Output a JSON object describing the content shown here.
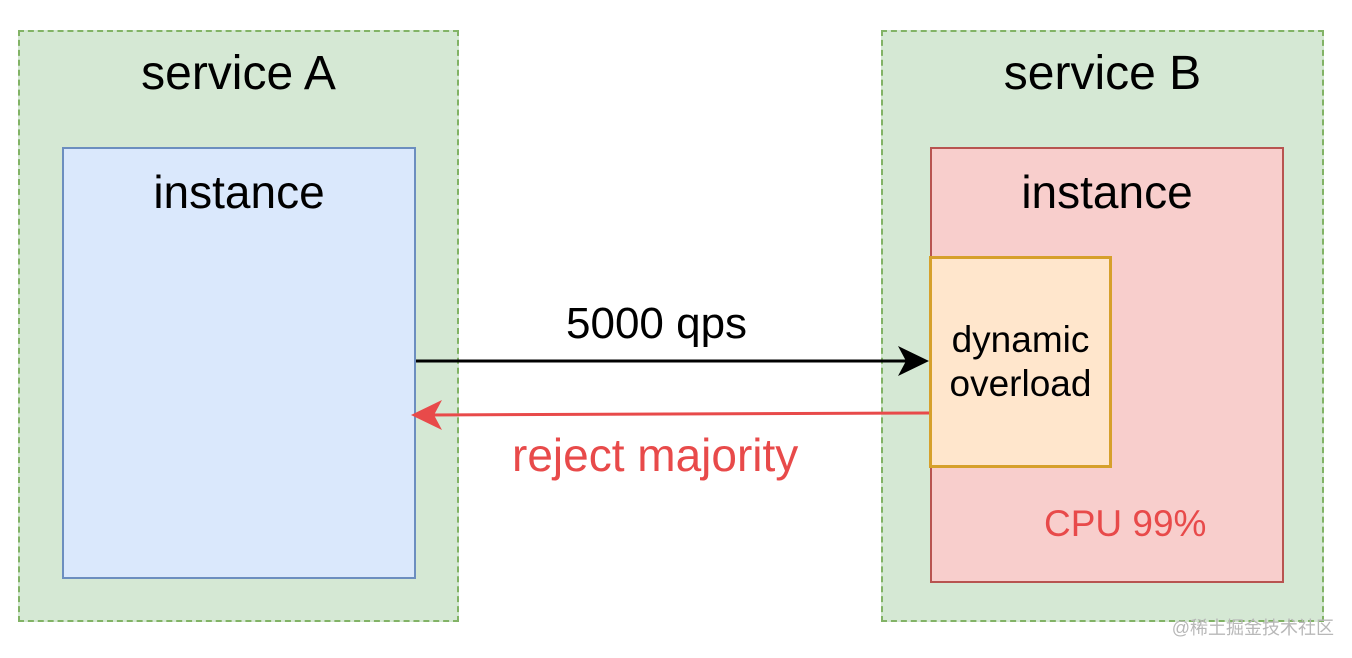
{
  "service_a": {
    "title": "service A",
    "instance_label": "instance"
  },
  "service_b": {
    "title": "service B",
    "instance_label": "instance",
    "overload_label": "dynamic\noverload",
    "cpu_label": "CPU 99%"
  },
  "request_arrow": {
    "label": "5000 qps",
    "color": "#000000"
  },
  "reject_arrow": {
    "label": "reject majority",
    "color": "#e84a4a"
  },
  "watermark": "@稀土掘金技术社区",
  "colors": {
    "service_fill": "#d5e8d4",
    "service_border": "#82b366",
    "instance_a_fill": "#dae8fc",
    "instance_a_border": "#6c8ebf",
    "instance_b_fill": "#f8cecc",
    "instance_b_border": "#b85450",
    "overload_fill": "#ffe6cc",
    "overload_border": "#d6a02b"
  }
}
